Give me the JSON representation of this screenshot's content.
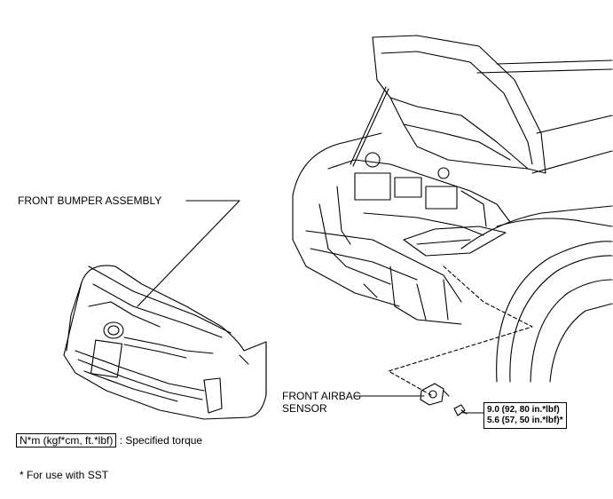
{
  "labels": {
    "bumper": "FRONT BUMPER ASSEMBLY",
    "airbag_line1": "FRONT AIRBAG",
    "airbag_line2": "SENSOR"
  },
  "torque": {
    "line1": "9.0 (92, 80 in.*lbf)",
    "line2": "5.6 (57, 50 in.*lbf)*"
  },
  "legend": {
    "unit": "N*m (kgf*cm, ft.*lbf)",
    "text": ": Specified torque"
  },
  "footnote": "* For use with SST"
}
